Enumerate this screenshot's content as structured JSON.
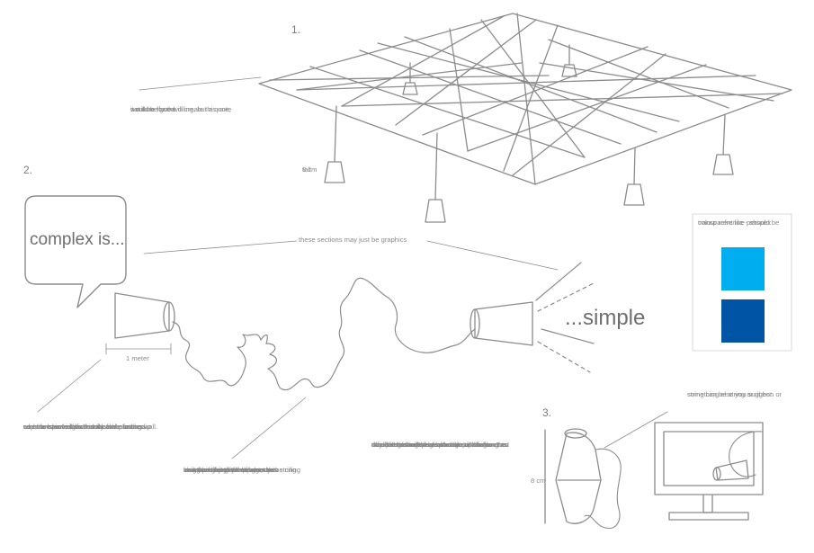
{
  "labels": {
    "section_1": "1.",
    "section_2": "2.",
    "section_3": "3.",
    "ceiling_note": [
      "not sure if we will create this one,",
      "it will be for the ciling, but a quote",
      "would be good."
    ],
    "cup_height": [
      "8 cm",
      "tall"
    ],
    "complex": "complex is...",
    "simple": "...simple",
    "graphics_note": "these sections may just be graphics",
    "one_meter": "1 meter",
    "cup_note": [
      "cup sliced in half and mountable on the wall.",
      "need to create it so that it can be moved",
      "and transported and easily mounted again",
      "when we move office in the near future.",
      "",
      "cups to have ridges to look like plastic cup."
    ],
    "string_note": [
      "string can be thick rope or",
      "something else you suggest.",
      "",
      "length of string will have to be",
      "assessed by yourself when you",
      "visit the office, but we want this string",
      "to wrap around the pillars, on the ciling",
      "and weave into the next room."
    ],
    "sweets_note": [
      "smaller version created so that it can be used",
      "as a container for sweets that will be hung on",
      "monitors as a suprise when people enter the",
      "office in the morning. comes apart for sweets.",
      "can be held together with tape or stickers?",
      "or clip together?",
      "",
      "these do not need to be made to a high",
      "standard as will be disposable on the",
      "day after use."
    ],
    "small_height": "8 cm",
    "ribbon_note": [
      "string can be string or ribbon or",
      "something else you suggest."
    ],
    "colour_ref": [
      "colour refrence - should be",
      "transparent like perspex"
    ]
  },
  "colors": {
    "swatch_light": "#00aeef",
    "swatch_dark": "#0054a6",
    "line": "#8c8c8c"
  }
}
